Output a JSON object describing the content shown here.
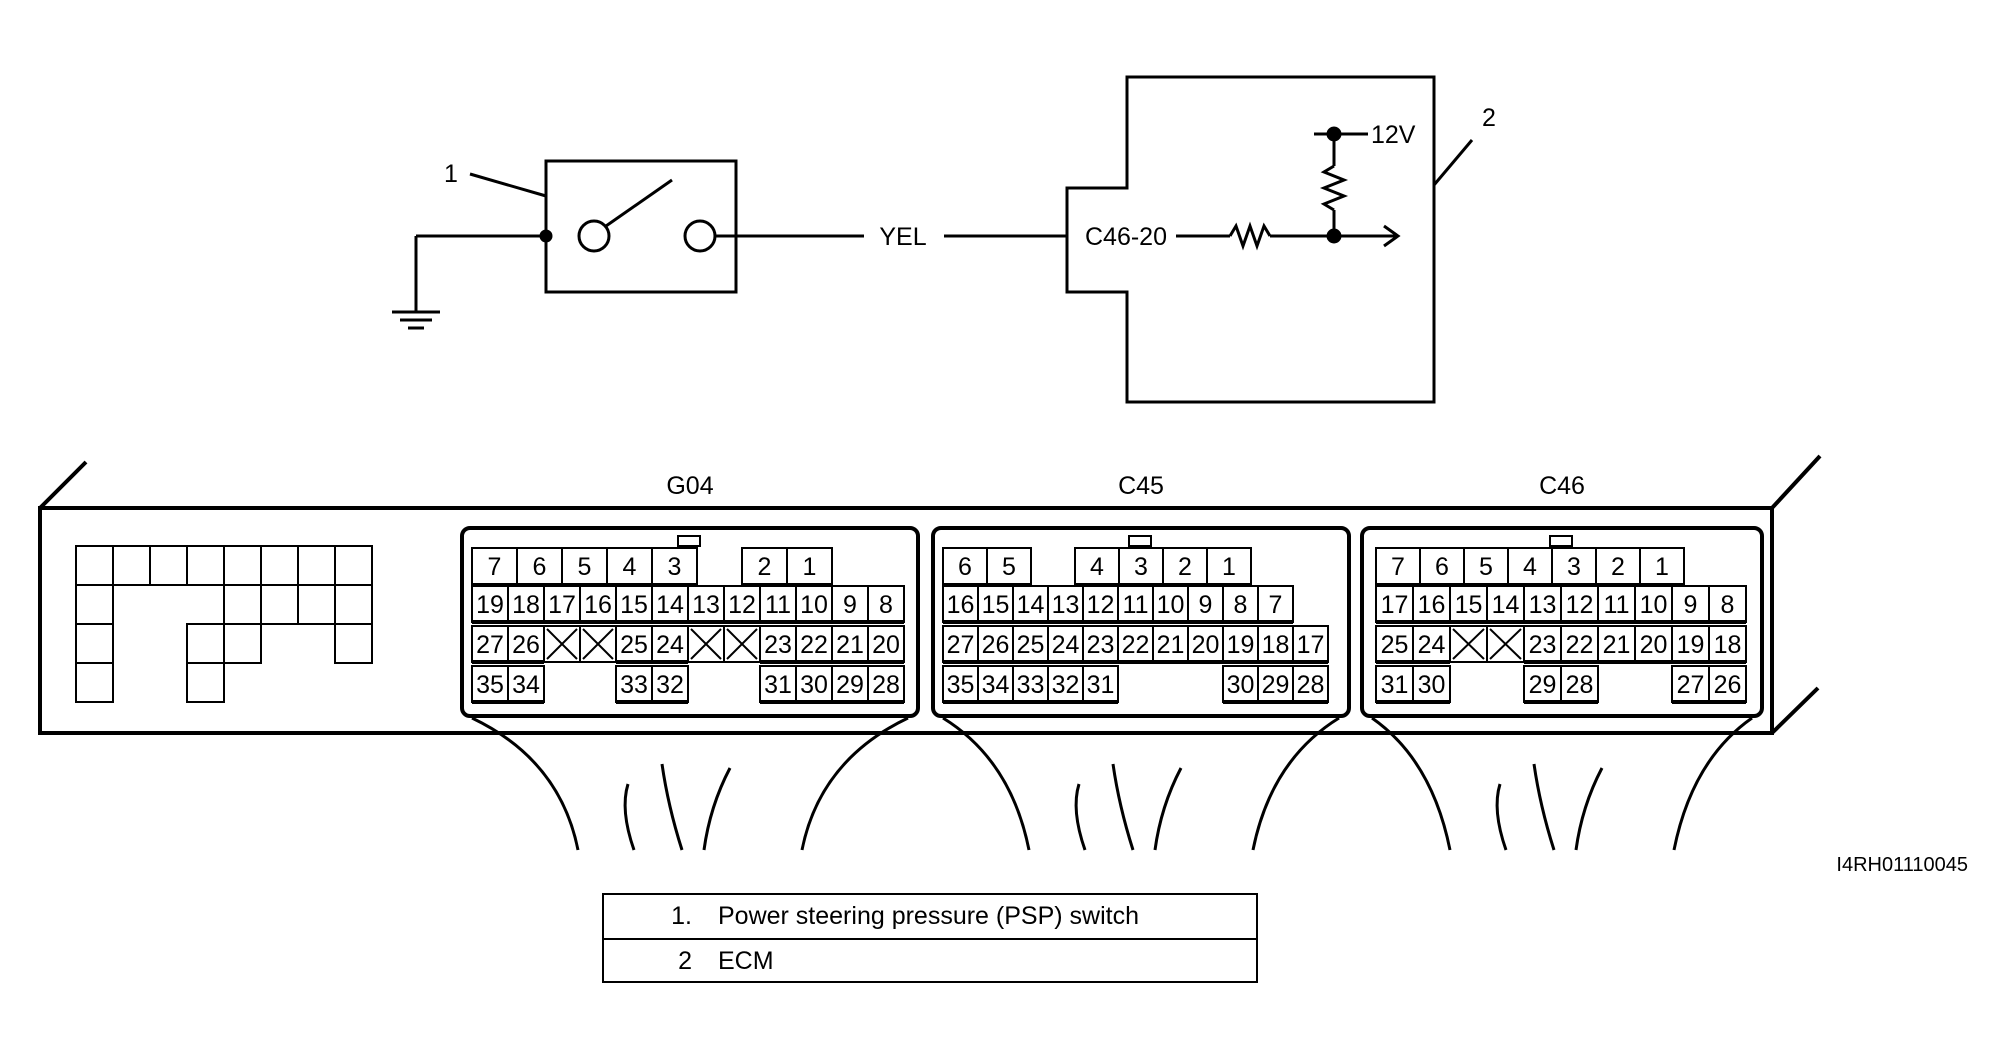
{
  "diagram": {
    "wire_color": "YEL",
    "terminal_label": "C46-20",
    "voltage_label": "12V",
    "callout_switch": "1",
    "callout_ecm": "2",
    "image_code": "I4RH01110045"
  },
  "connectors": [
    {
      "name": "G04",
      "rows": [
        [
          "7",
          "6",
          "5",
          "4",
          "3",
          "",
          "2",
          "1"
        ],
        [
          "19",
          "18",
          "17",
          "16",
          "15",
          "14",
          "13",
          "12",
          "11",
          "10",
          "9",
          "8"
        ],
        [
          "27",
          "26",
          "X",
          "X",
          "25",
          "24",
          "X",
          "X",
          "23",
          "22",
          "21",
          "20"
        ],
        [
          "35",
          "34",
          "",
          "",
          "33",
          "32",
          "",
          "",
          "31",
          "30",
          "29",
          "28"
        ]
      ]
    },
    {
      "name": "C45",
      "rows": [
        [
          "6",
          "5",
          "",
          "4",
          "3",
          "2",
          "1"
        ],
        [
          "16",
          "15",
          "14",
          "13",
          "12",
          "11",
          "10",
          "9",
          "8",
          "7"
        ],
        [
          "27",
          "26",
          "25",
          "24",
          "23",
          "22",
          "21",
          "20",
          "19",
          "18",
          "17"
        ],
        [
          "35",
          "34",
          "33",
          "32",
          "31",
          "",
          "",
          "",
          "30",
          "29",
          "28"
        ]
      ]
    },
    {
      "name": "C46",
      "rows": [
        [
          "7",
          "6",
          "5",
          "4",
          "3",
          "2",
          "1"
        ],
        [
          "17",
          "16",
          "15",
          "14",
          "13",
          "12",
          "11",
          "10",
          "9",
          "8"
        ],
        [
          "25",
          "24",
          "X",
          "X",
          "23",
          "22",
          "21",
          "20",
          "19",
          "18"
        ],
        [
          "31",
          "30",
          "",
          "",
          "29",
          "28",
          "",
          "",
          "27",
          "26"
        ]
      ]
    }
  ],
  "legend": [
    {
      "num": "1.",
      "text": "Power steering pressure (PSP) switch"
    },
    {
      "num": "2",
      "text": "ECM"
    }
  ]
}
